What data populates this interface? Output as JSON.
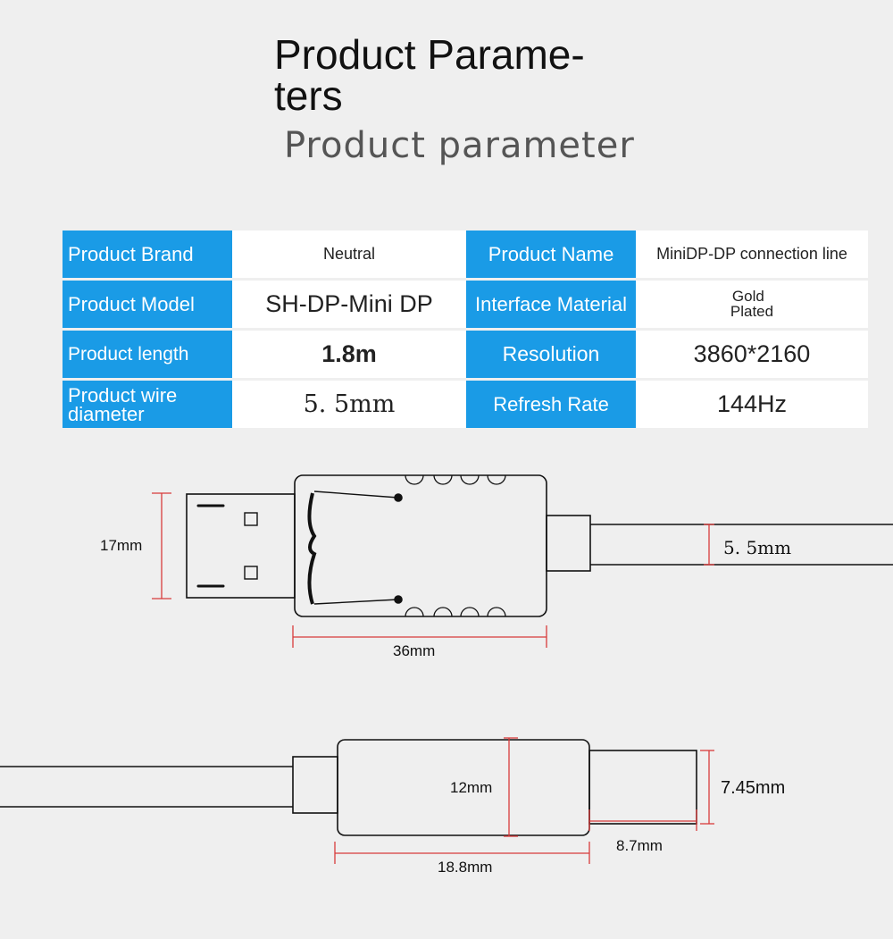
{
  "title": "Product Parame-\nters",
  "subtitle": "Product parameter",
  "params": [
    {
      "label1": "Product Brand",
      "value1": "Neutral",
      "label2": "Product Name",
      "value2": "MiniDP-DP connection line"
    },
    {
      "label1": "Product Model",
      "value1": "SH-DP-Mini DP",
      "label2": "Interface Material",
      "value2_line1": "Gold",
      "value2_line2": "Plated"
    },
    {
      "label1": "Product length",
      "value1": "1.8m",
      "label2": "Resolution",
      "value2": "3860*2160"
    },
    {
      "label1": "Product wire diameter",
      "value1": "5. 5mm",
      "label2": "Refresh Rate",
      "value2": "144Hz"
    }
  ],
  "diagram_top": {
    "height_label": "17mm",
    "length_label": "36mm",
    "cable_label": "5. 5mm"
  },
  "diagram_bottom": {
    "height_label": "12mm",
    "length_label": "18.8mm",
    "plug_height_label": "7.45mm",
    "plug_length_label": "8.7mm"
  },
  "colors": {
    "header_blue": "#1a9be6",
    "dimension_red": "#d83a3a"
  }
}
